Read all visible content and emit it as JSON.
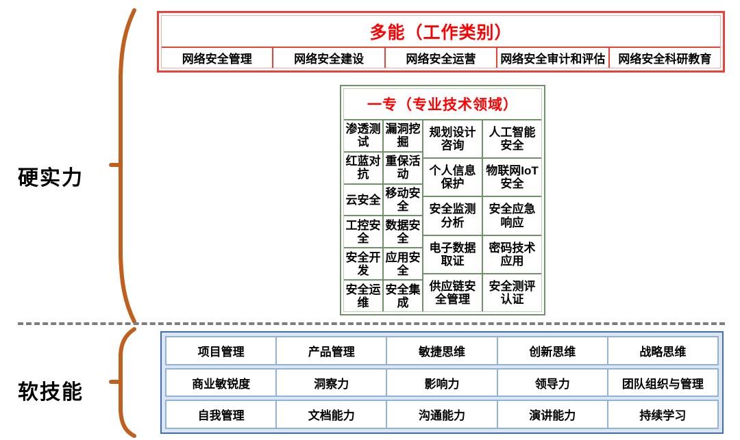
{
  "sections": {
    "hard": {
      "label": "硬实力"
    },
    "soft": {
      "label": "软技能"
    }
  },
  "colors": {
    "red": "#ef3e36",
    "green": "#6f9168",
    "blue": "#3f6fa8",
    "brace": "#c0601f",
    "divider": "#7d7d7d",
    "title_text": "#ff0000"
  },
  "red_box": {
    "title": "多能（工作类别）",
    "cells": [
      "网络安全管理",
      "网络安全建设",
      "网络安全运营",
      "网络安全审计和评估",
      "网络安全科研教育"
    ]
  },
  "green_box": {
    "title": "一专（专业技术领域）",
    "columns": [
      {
        "width": "narrow",
        "cells": [
          "渗透测试",
          "红蓝对抗",
          "云安全",
          "工控安全",
          "安全开发",
          "安全运维"
        ]
      },
      {
        "width": "narrow",
        "cells": [
          "漏洞挖掘",
          "重保活动",
          "移动安全",
          "数据安全",
          "应用安全",
          "安全集成"
        ]
      },
      {
        "width": "wide",
        "cells": [
          "规划设计咨询",
          "个人信息保护",
          "安全监测分析",
          "电子数据取证",
          "供应链安全管理"
        ]
      },
      {
        "width": "wide",
        "cells": [
          "人工智能安全",
          "物联网IoT安全",
          "安全应急响应",
          "密码技术应用",
          "安全测评认证"
        ]
      }
    ]
  },
  "blue_box": {
    "rows": [
      [
        "项目管理",
        "产品管理",
        "敏捷思维",
        "创新思维",
        "战略思维"
      ],
      [
        "商业敏锐度",
        "洞察力",
        "影响力",
        "领导力",
        "团队组织与管理"
      ],
      [
        "自我管理",
        "文档能力",
        "沟通能力",
        "演讲能力",
        "持续学习"
      ]
    ]
  }
}
